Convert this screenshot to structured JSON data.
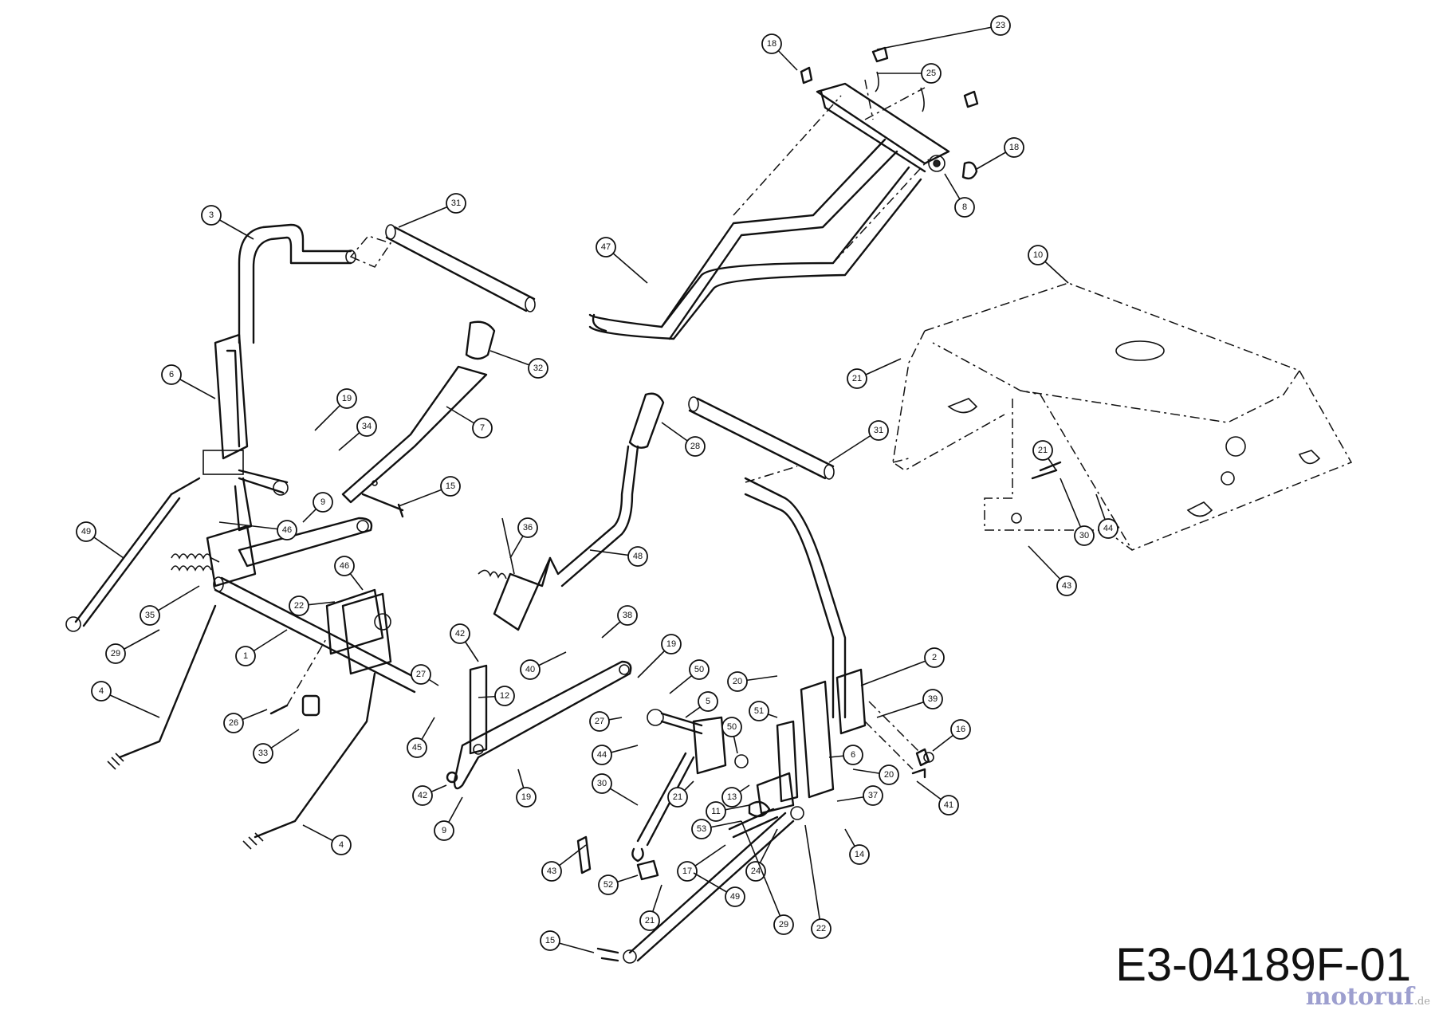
{
  "diagram": {
    "drawing_code": "E3-04189F-01",
    "watermark": "motoruf",
    "watermark_tld": ".de",
    "callouts": [
      {
        "label": "18"
      },
      {
        "label": "23"
      },
      {
        "label": "25"
      },
      {
        "label": "18"
      },
      {
        "label": "8"
      },
      {
        "label": "3"
      },
      {
        "label": "31"
      },
      {
        "label": "47"
      },
      {
        "label": "10"
      },
      {
        "label": "32"
      },
      {
        "label": "6"
      },
      {
        "label": "21"
      },
      {
        "label": "19"
      },
      {
        "label": "7"
      },
      {
        "label": "34"
      },
      {
        "label": "28"
      },
      {
        "label": "31"
      },
      {
        "label": "15"
      },
      {
        "label": "21"
      },
      {
        "label": "9"
      },
      {
        "label": "49"
      },
      {
        "label": "46"
      },
      {
        "label": "36"
      },
      {
        "label": "30"
      },
      {
        "label": "44"
      },
      {
        "label": "46"
      },
      {
        "label": "48"
      },
      {
        "label": "35"
      },
      {
        "label": "22"
      },
      {
        "label": "43"
      },
      {
        "label": "29"
      },
      {
        "label": "38"
      },
      {
        "label": "42"
      },
      {
        "label": "1"
      },
      {
        "label": "40"
      },
      {
        "label": "19"
      },
      {
        "label": "2"
      },
      {
        "label": "50"
      },
      {
        "label": "20"
      },
      {
        "label": "27"
      },
      {
        "label": "12"
      },
      {
        "label": "39"
      },
      {
        "label": "4"
      },
      {
        "label": "5"
      },
      {
        "label": "51"
      },
      {
        "label": "26"
      },
      {
        "label": "27"
      },
      {
        "label": "16"
      },
      {
        "label": "50"
      },
      {
        "label": "44"
      },
      {
        "label": "33"
      },
      {
        "label": "45"
      },
      {
        "label": "6"
      },
      {
        "label": "20"
      },
      {
        "label": "30"
      },
      {
        "label": "21"
      },
      {
        "label": "13"
      },
      {
        "label": "37"
      },
      {
        "label": "42"
      },
      {
        "label": "11"
      },
      {
        "label": "19"
      },
      {
        "label": "41"
      },
      {
        "label": "9"
      },
      {
        "label": "53"
      },
      {
        "label": "4"
      },
      {
        "label": "14"
      },
      {
        "label": "17"
      },
      {
        "label": "24"
      },
      {
        "label": "43"
      },
      {
        "label": "49"
      },
      {
        "label": "52"
      },
      {
        "label": "21"
      },
      {
        "label": "29"
      },
      {
        "label": "22"
      },
      {
        "label": "15"
      }
    ]
  }
}
